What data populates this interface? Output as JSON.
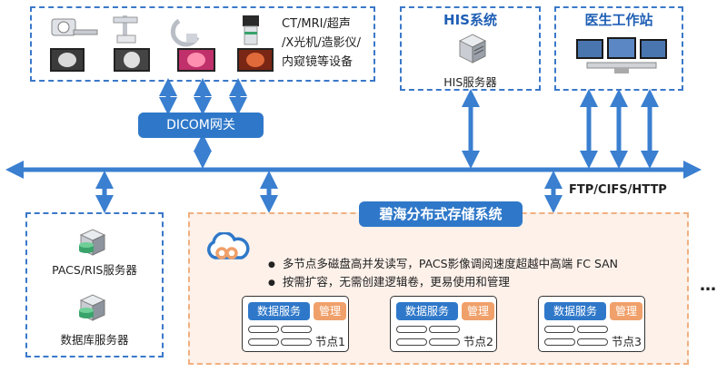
{
  "devices": {
    "label_lines": [
      "CT/MRI/超声",
      "/X光机/造影仪/",
      "内窥镜等设备"
    ]
  },
  "dicom_gateway": {
    "label": "DICOM网关"
  },
  "his": {
    "title": "HIS系统",
    "server_label": "HIS服务器"
  },
  "doctor": {
    "title": "医生工作站"
  },
  "protocols": {
    "label": "FTP/CIFS/HTTP"
  },
  "left_servers": {
    "pacs_label": "PACS/RIS服务器",
    "db_label": "数据库服务器"
  },
  "storage": {
    "title": "碧海分布式存储系统",
    "bullets": [
      "多节点多磁盘高并发读写，PACS影像调阅速度超越中高端 FC SAN",
      "按需扩容，无需创建逻辑卷，更易使用和管理"
    ],
    "nodes": [
      {
        "service": "数据服务",
        "manage": "管理",
        "label": "节点1"
      },
      {
        "service": "数据服务",
        "manage": "管理",
        "label": "节点2"
      },
      {
        "service": "数据服务",
        "manage": "管理",
        "label": "节点3"
      }
    ]
  },
  "ellipsis": "…",
  "colors": {
    "accent": "#2f78c9",
    "bus": "#3a7fd0",
    "manage": "#f0a06a",
    "storage_border": "#f0b080"
  }
}
